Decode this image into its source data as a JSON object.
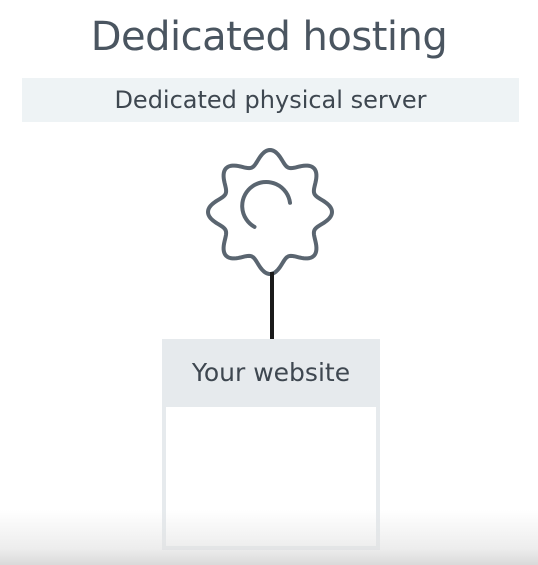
{
  "title": "Dedicated hosting",
  "subtitle": "Dedicated physical server",
  "server": {
    "icon": "gear-icon"
  },
  "website": {
    "label": "Your website"
  },
  "colors": {
    "title_text": "#4a5560",
    "subtitle_bg": "#eef3f5",
    "icon_stroke": "#5a6570",
    "connector": "#1a1a1a",
    "box_header_bg": "#e6eaed"
  }
}
